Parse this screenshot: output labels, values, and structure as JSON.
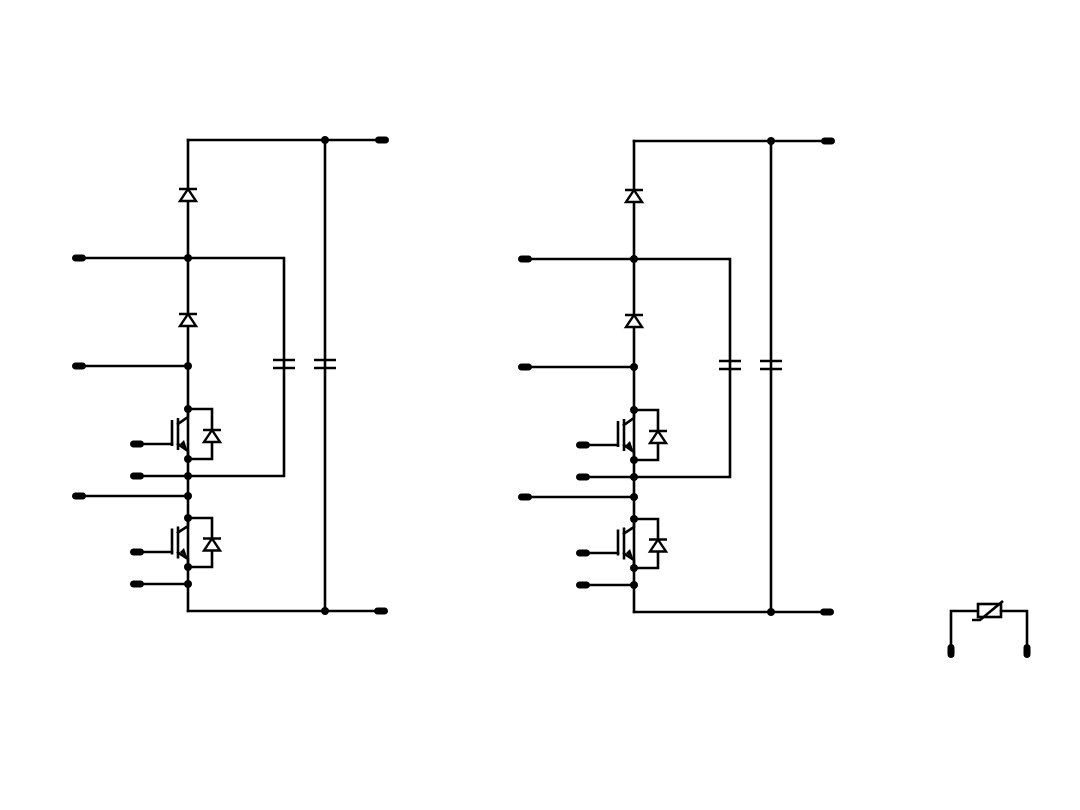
{
  "diagram": {
    "type": "circuit-schematic",
    "modules": [
      {
        "id": "module-1",
        "components": [
          "diode",
          "diode",
          "capacitor",
          "capacitor",
          "igbt-with-antiparallel-diode",
          "igbt-with-antiparallel-diode"
        ],
        "pins": [
          "top-right",
          "bottom-right",
          "left-1",
          "left-2",
          "left-3",
          "gate-high",
          "emitter-high",
          "gate-low",
          "emitter-low"
        ]
      },
      {
        "id": "module-2",
        "components": [
          "diode",
          "diode",
          "capacitor",
          "capacitor",
          "igbt-with-antiparallel-diode",
          "igbt-with-antiparallel-diode"
        ],
        "pins": [
          "top-right",
          "bottom-right",
          "left-1",
          "left-2",
          "left-3",
          "gate-high",
          "emitter-high",
          "gate-low",
          "emitter-low"
        ]
      }
    ],
    "extra": {
      "id": "thermistor",
      "components": [
        "ntc-thermistor"
      ],
      "pins": [
        "terminal-left",
        "terminal-right"
      ]
    },
    "colors": {
      "line": "#000000",
      "background": "#ffffff"
    }
  }
}
